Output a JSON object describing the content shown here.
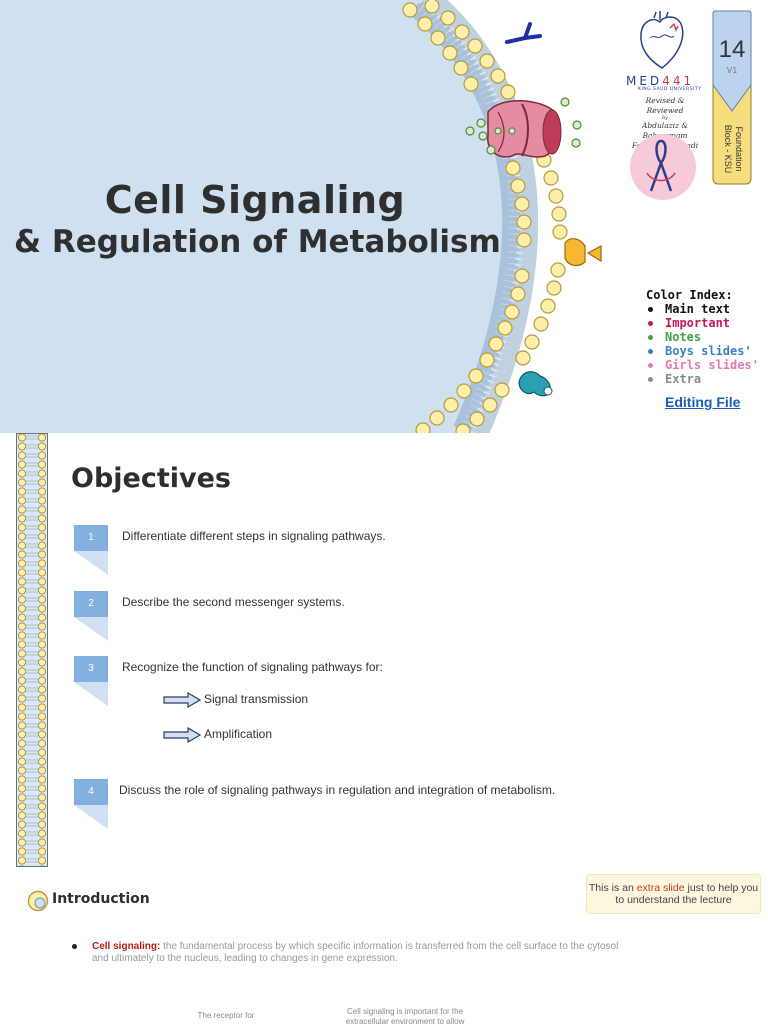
{
  "title_slide": {
    "title": "Cell Signaling",
    "subtitle": "& Regulation of Metabolism",
    "logo": {
      "med_prefix": "MED",
      "med_number": "441",
      "university": "KING SAUD UNIVERSITY",
      "revised_lines": [
        "Revised & Reviewed",
        "by",
        "Abdulaziz & Bahammam",
        "Fayez Wael Saadi"
      ]
    },
    "badge": {
      "number": "14",
      "version": "V1",
      "block_label": "Foundation Block - KSU"
    },
    "color_index": {
      "title": "Color Index:",
      "items": [
        {
          "label": "Main text",
          "color": "#111111"
        },
        {
          "label": "Important",
          "color": "#c2185b"
        },
        {
          "label": "Notes",
          "color": "#43a047"
        },
        {
          "label": "Boys slides'",
          "color": "#3a7fc4"
        },
        {
          "label": "Girls slides'",
          "color": "#e07ab1"
        },
        {
          "label": "Extra",
          "color": "#8a8a8a"
        }
      ]
    },
    "editing_file": "Editing File",
    "background_color": "#cfe0f1"
  },
  "objectives": {
    "title": "Objectives",
    "items": [
      {
        "num": "1",
        "text": "Differentiate different steps in signaling pathways."
      },
      {
        "num": "2",
        "text": "Describe the second messenger systems."
      },
      {
        "num": "3",
        "text": "Recognize the function of signaling pathways for:"
      },
      {
        "num": "4",
        "text": "Discuss the role of signaling pathways in regulation and integration of metabolism."
      }
    ],
    "sub_items": [
      "Signal transmission",
      "Amplification"
    ]
  },
  "introduction": {
    "title": "Introduction",
    "extra_note": {
      "before": "This is an ",
      "highlight": "extra slide",
      "after": " just to help you to understand the lecture"
    },
    "bullet": {
      "term": "Cell signaling:",
      "text": " the fundamental process by which specific information is transferred from the cell surface to the cytosol and ultimately to the nucleus, leading to changes in gene expression."
    },
    "cut_off_texts": [
      "The receptor for",
      "Cell signaling is important for the extracellular environment to allow"
    ]
  }
}
